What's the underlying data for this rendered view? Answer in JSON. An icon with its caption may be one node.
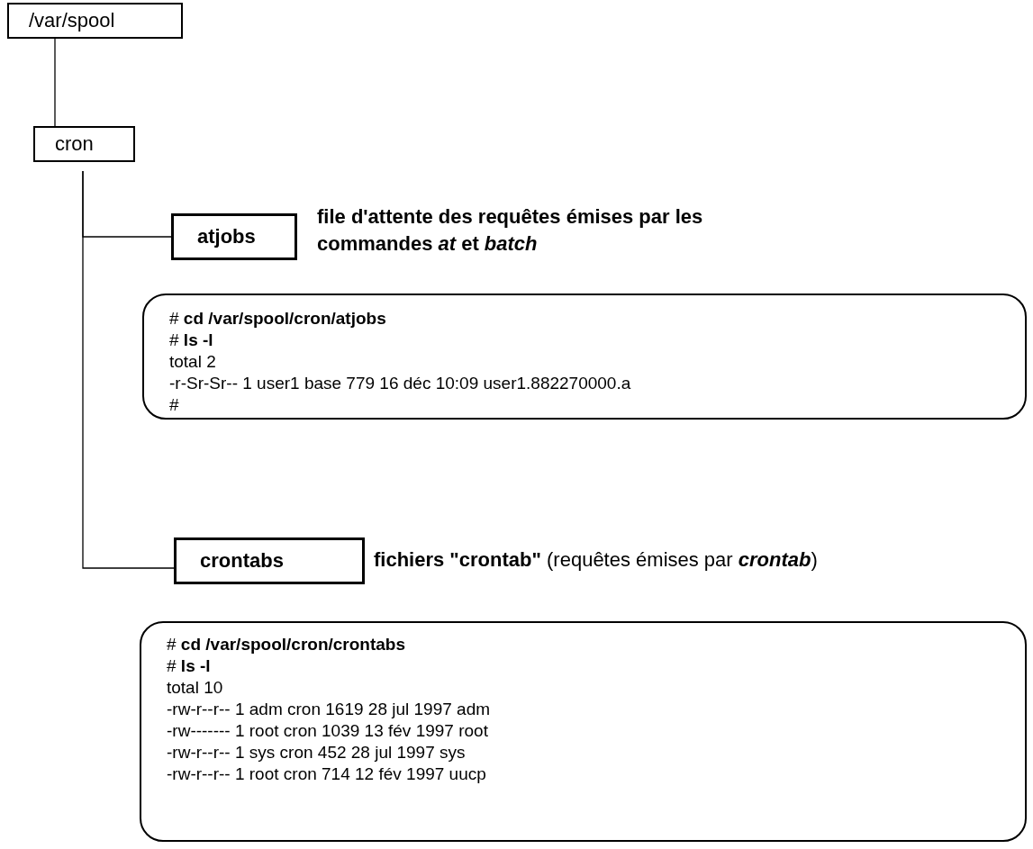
{
  "diagram": {
    "nodes": [
      {
        "text": [
          "/var/spool"
        ]
      },
      {
        "text": [
          "cron"
        ]
      },
      {
        "text": [
          "atjobs"
        ],
        "beside": [
          "file d'attente des requêtes émises par les commandes *at* et *batch*"
        ]
      },
      {
        "text": [
          "# **cd /var/spool/cron/atjobs**",
          "# **ls -l**",
          "total 2",
          "-r-Sr-Sr-- 1 user1 base 779 16 déc 10:09 user1.882270000.a",
          "#"
        ]
      },
      {
        "text": [
          "crontabs"
        ],
        "beside": [
          "**fichiers \"crontab\"** (requêtes émises par *crontab*)"
        ]
      },
      {
        "text": [
          "# **cd /var/spool/cron/crontabs**",
          "# **ls -l**",
          "total 10",
          "-rw-r--r-- 1 adm cron 1619 28 jul 1997 adm",
          "-rw------- 1 root cron 1039 13 fév 1997 root",
          "-rw-r--r-- 1 sys cron 452 28 jul 1997 sys",
          "-rw-r--r-- 1 root cron 714 12 fév 1997 uucp"
        ]
      }
    ],
    "edges": [
      {
        "from": 0,
        "to": 1,
        "arrow": "none"
      },
      {
        "from": 1,
        "to": 2,
        "arrow": "none"
      },
      {
        "from": 1,
        "to": 4,
        "arrow": "none"
      }
    ]
  }
}
